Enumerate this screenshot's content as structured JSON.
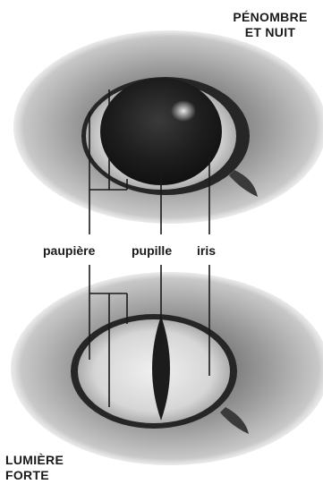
{
  "captions": {
    "top_line1": "PÉNOMBRE",
    "top_line2": "ET NUIT",
    "bottom_line1": "LUMIÈRE",
    "bottom_line2": "FORTE"
  },
  "labels": {
    "eyelid": "paupière",
    "pupil": "pupille",
    "iris": "iris"
  },
  "colors": {
    "fur": "#8a8a8a",
    "pupil": "#1c1c1c",
    "iris": "#d9d9d9",
    "lines": "#1a1a1a"
  }
}
